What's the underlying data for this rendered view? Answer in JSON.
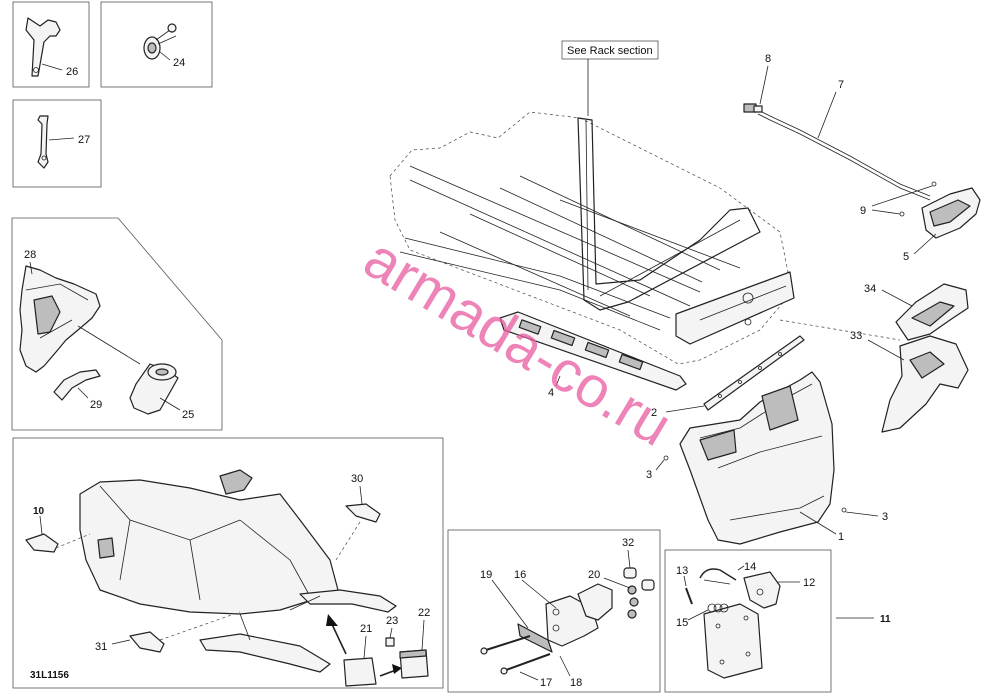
{
  "diagram_id": "31L1156",
  "rack_note": "See Rack section",
  "watermark": "armada-co.ru",
  "callouts": {
    "c1": "1",
    "c2": "2",
    "c3a": "3",
    "c3b": "3",
    "c4": "4",
    "c5": "5",
    "c7": "7",
    "c8": "8",
    "c9": "9",
    "c10": "10",
    "c11": "11",
    "c12": "12",
    "c13": "13",
    "c14": "14",
    "c15": "15",
    "c16": "16",
    "c17": "17",
    "c18": "18",
    "c19": "19",
    "c20": "20",
    "c21": "21",
    "c22": "22",
    "c23": "23",
    "c24": "24",
    "c25": "25",
    "c26": "26",
    "c27": "27",
    "c28": "28",
    "c29": "29",
    "c30": "30",
    "c31": "31",
    "c32": "32",
    "c33": "33",
    "c34": "34"
  }
}
